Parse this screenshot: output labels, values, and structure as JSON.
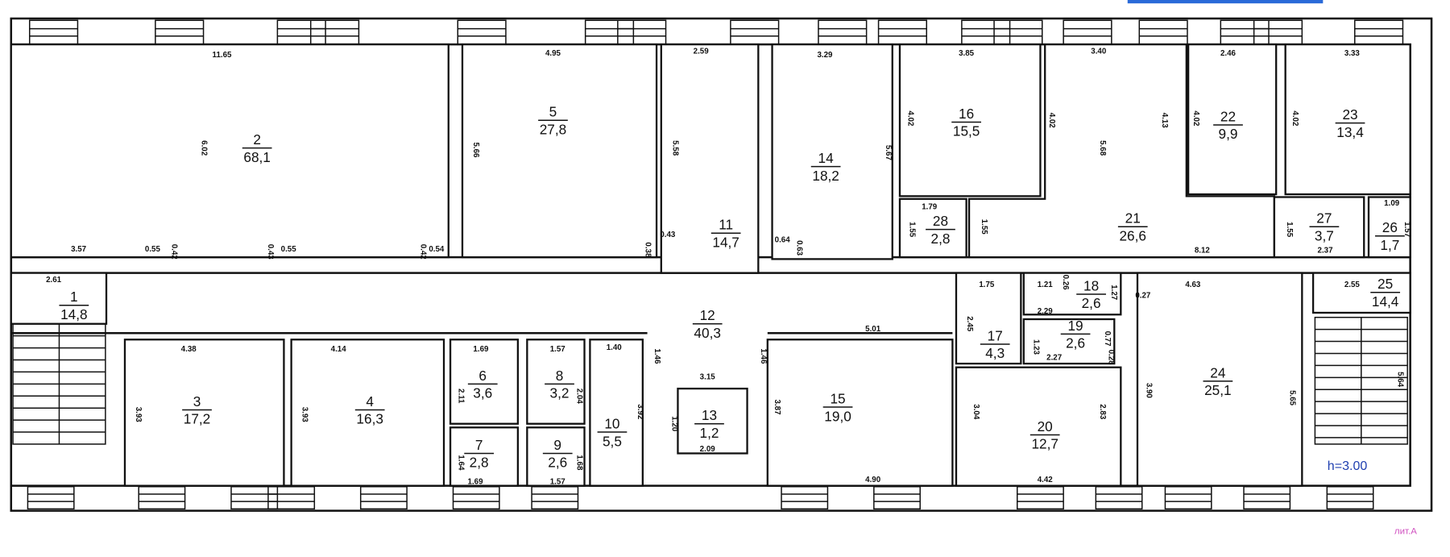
{
  "plan": {
    "height_note": "h=3.00",
    "letter": "лит.А",
    "colors": {
      "lines": "#111111",
      "height_note": "#1f3fb0",
      "letter": "#d050c0",
      "fixtures": "#d070c8"
    }
  },
  "rooms": [
    {
      "number": "1",
      "area": "14,8",
      "dims": [
        "2.61"
      ]
    },
    {
      "number": "2",
      "area": "68,1",
      "dims": [
        "11.65",
        "6.02",
        "3.57",
        "0.55",
        "0.42",
        "0.43",
        "0.55",
        "0.42",
        "0.54"
      ]
    },
    {
      "number": "3",
      "area": "17,2",
      "dims": [
        "4.38",
        "3.93"
      ]
    },
    {
      "number": "4",
      "area": "16,3",
      "dims": [
        "4.14",
        "3.93"
      ]
    },
    {
      "number": "5",
      "area": "27,8",
      "dims": [
        "4.95",
        "5.66"
      ]
    },
    {
      "number": "6",
      "area": "3,6",
      "dims": [
        "1.69",
        "2.11"
      ]
    },
    {
      "number": "7",
      "area": "2,8",
      "dims": [
        "1.69",
        "1.64"
      ]
    },
    {
      "number": "8",
      "area": "3,2",
      "dims": [
        "1.57",
        "2.04"
      ]
    },
    {
      "number": "9",
      "area": "2,6",
      "dims": [
        "1.57",
        "1.68"
      ]
    },
    {
      "number": "10",
      "area": "5,5",
      "dims": [
        "1.40",
        "3.92"
      ]
    },
    {
      "number": "11",
      "area": "14,7",
      "dims": [
        "2.59",
        "5.58",
        "0.38",
        "0.43"
      ]
    },
    {
      "number": "12",
      "area": "40,3",
      "dims": [
        "1.46",
        "3.15",
        "1.46"
      ]
    },
    {
      "number": "13",
      "area": "1,2",
      "dims": [
        "1.20",
        "2.09"
      ]
    },
    {
      "number": "14",
      "area": "18,2",
      "dims": [
        "3.29",
        "5.67",
        "0.64",
        "0.63"
      ]
    },
    {
      "number": "15",
      "area": "19,0",
      "dims": [
        "5.01",
        "3.87",
        "4.90"
      ]
    },
    {
      "number": "16",
      "area": "15,5",
      "dims": [
        "3.85",
        "4.02"
      ]
    },
    {
      "number": "17",
      "area": "4,3",
      "dims": [
        "1.75",
        "2.45"
      ]
    },
    {
      "number": "18",
      "area": "2,6",
      "dims": [
        "1.21",
        "0.26",
        "1.27"
      ]
    },
    {
      "number": "19",
      "area": "2,6",
      "dims": [
        "2.29",
        "1.23",
        "0.77",
        "2.27",
        "0.28"
      ]
    },
    {
      "number": "20",
      "area": "12,7",
      "dims": [
        "3.04",
        "2.83",
        "4.42"
      ]
    },
    {
      "number": "21",
      "area": "26,6",
      "dims": [
        "3.40",
        "4.02",
        "5.68",
        "4.13",
        "1.55",
        "8.12"
      ]
    },
    {
      "number": "22",
      "area": "9,9",
      "dims": [
        "2.46",
        "4.02"
      ]
    },
    {
      "number": "23",
      "area": "13,4",
      "dims": [
        "3.33",
        "4.02"
      ]
    },
    {
      "number": "24",
      "area": "25,1",
      "dims": [
        "4.63",
        "0.27",
        "3.90",
        "5.65"
      ]
    },
    {
      "number": "25",
      "area": "14,4",
      "dims": [
        "2.55",
        "5.64"
      ]
    },
    {
      "number": "26",
      "area": "1,7",
      "dims": [
        "1.09",
        "1.57"
      ]
    },
    {
      "number": "27",
      "area": "3,7",
      "dims": [
        "1.55",
        "2.37"
      ]
    },
    {
      "number": "28",
      "area": "2,8",
      "dims": [
        "1.79",
        "1.55"
      ]
    }
  ]
}
